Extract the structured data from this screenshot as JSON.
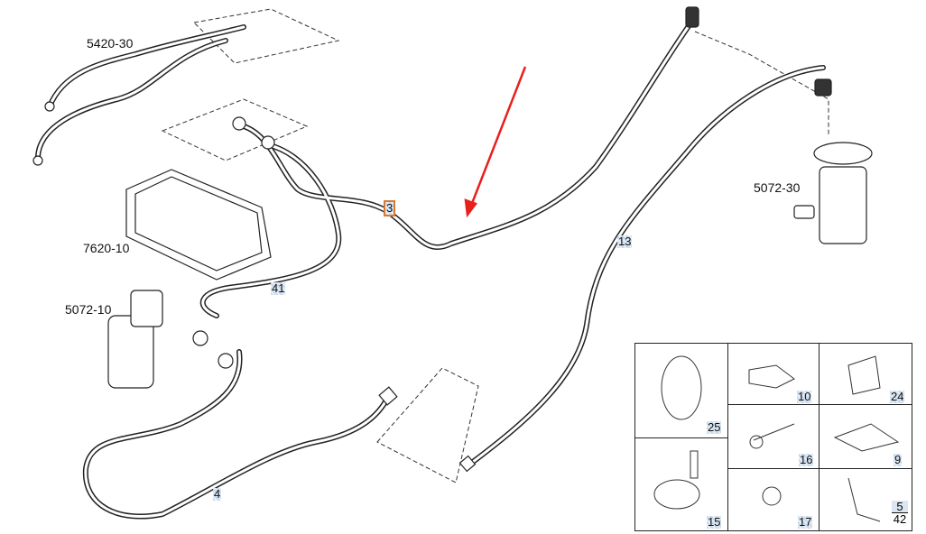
{
  "diagram": {
    "assemblies": [
      {
        "label": "5420-30"
      },
      {
        "label": "7620-10"
      },
      {
        "label": "5072-10"
      },
      {
        "label": "5072-30"
      }
    ],
    "callouts": {
      "selected": "3",
      "hose_41": "41",
      "hose_13": "13",
      "hose_4": "4"
    },
    "parts_grid": {
      "c25": "25",
      "c10": "10",
      "c24": "24",
      "c16": "16",
      "c9": "9",
      "c15": "15",
      "c17": "17",
      "c5": "5",
      "c42": "42"
    },
    "colors": {
      "arrow": "#e8201c",
      "selection": "#d9782f",
      "callout_bg": "#c8d9ec"
    }
  }
}
